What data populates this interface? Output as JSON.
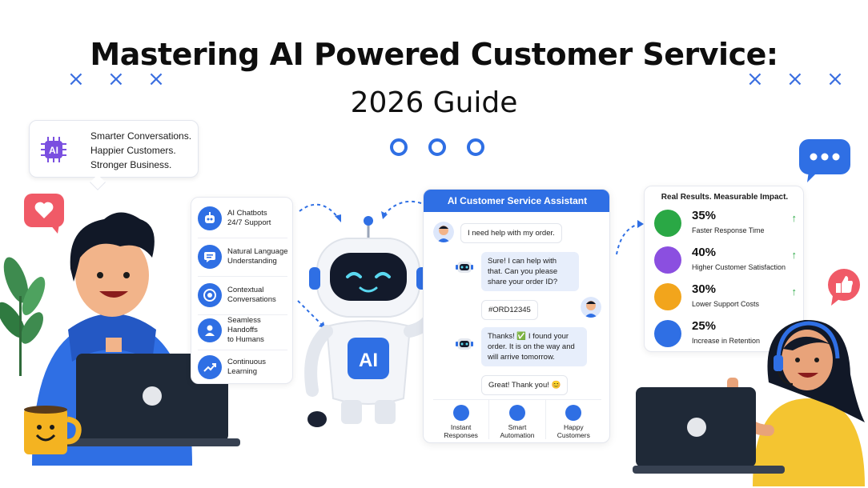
{
  "header": {
    "title": "Mastering AI Powered Customer Service:",
    "subtitle": "2026 Guide"
  },
  "tagline": {
    "chip_label": "AI",
    "lines": [
      "Smarter Conversations.",
      "Happier Customers.",
      "Stronger Business."
    ]
  },
  "features": [
    {
      "icon": "robot-icon",
      "line1": "AI Chatbots",
      "line2": "24/7 Support"
    },
    {
      "icon": "chat-icon",
      "line1": "Natural Language",
      "line2": "Understanding"
    },
    {
      "icon": "target-icon",
      "line1": "Contextual",
      "line2": "Conversations"
    },
    {
      "icon": "person-icon",
      "line1": "Seamless Handoffs",
      "line2": "to Humans"
    },
    {
      "icon": "trend-icon",
      "line1": "Continuous",
      "line2": "Learning"
    }
  ],
  "robot": {
    "badge": "AI"
  },
  "chat": {
    "title": "AI Customer Service Assistant",
    "messages": [
      {
        "from": "user",
        "text": "I need help with my order."
      },
      {
        "from": "bot",
        "text": "Sure! I can help with that. Can you please share your order ID?"
      },
      {
        "from": "user",
        "text": "#ORD12345"
      },
      {
        "from": "bot",
        "text": "Thanks! ✅ I found your order. It is on the way and will arrive tomorrow."
      },
      {
        "from": "user",
        "text": "Great! Thank you! 😊"
      }
    ],
    "footer": [
      {
        "icon": "clock-icon",
        "line1": "Instant",
        "line2": "Responses"
      },
      {
        "icon": "brain-icon",
        "line1": "Smart",
        "line2": "Automation"
      },
      {
        "icon": "smile-icon",
        "line1": "Happy",
        "line2": "Customers"
      }
    ]
  },
  "results": {
    "title": "Real Results. Measurable Impact.",
    "stats": [
      {
        "value": "35%",
        "label": "Faster Response Time",
        "color": "#2aa845",
        "icon": "chart-up-icon"
      },
      {
        "value": "40%",
        "label": "Higher Customer Satisfaction",
        "color": "#8b4fe0",
        "icon": "smile-icon"
      },
      {
        "value": "30%",
        "label": "Lower Support Costs",
        "color": "#f2a51c",
        "icon": "dollar-icon"
      },
      {
        "value": "25%",
        "label": "Increase in Retention",
        "color": "#2f6fe4",
        "icon": "bar-chart-icon"
      }
    ]
  },
  "colors": {
    "accent": "#2f6fe4",
    "heart": "#f05a67"
  }
}
